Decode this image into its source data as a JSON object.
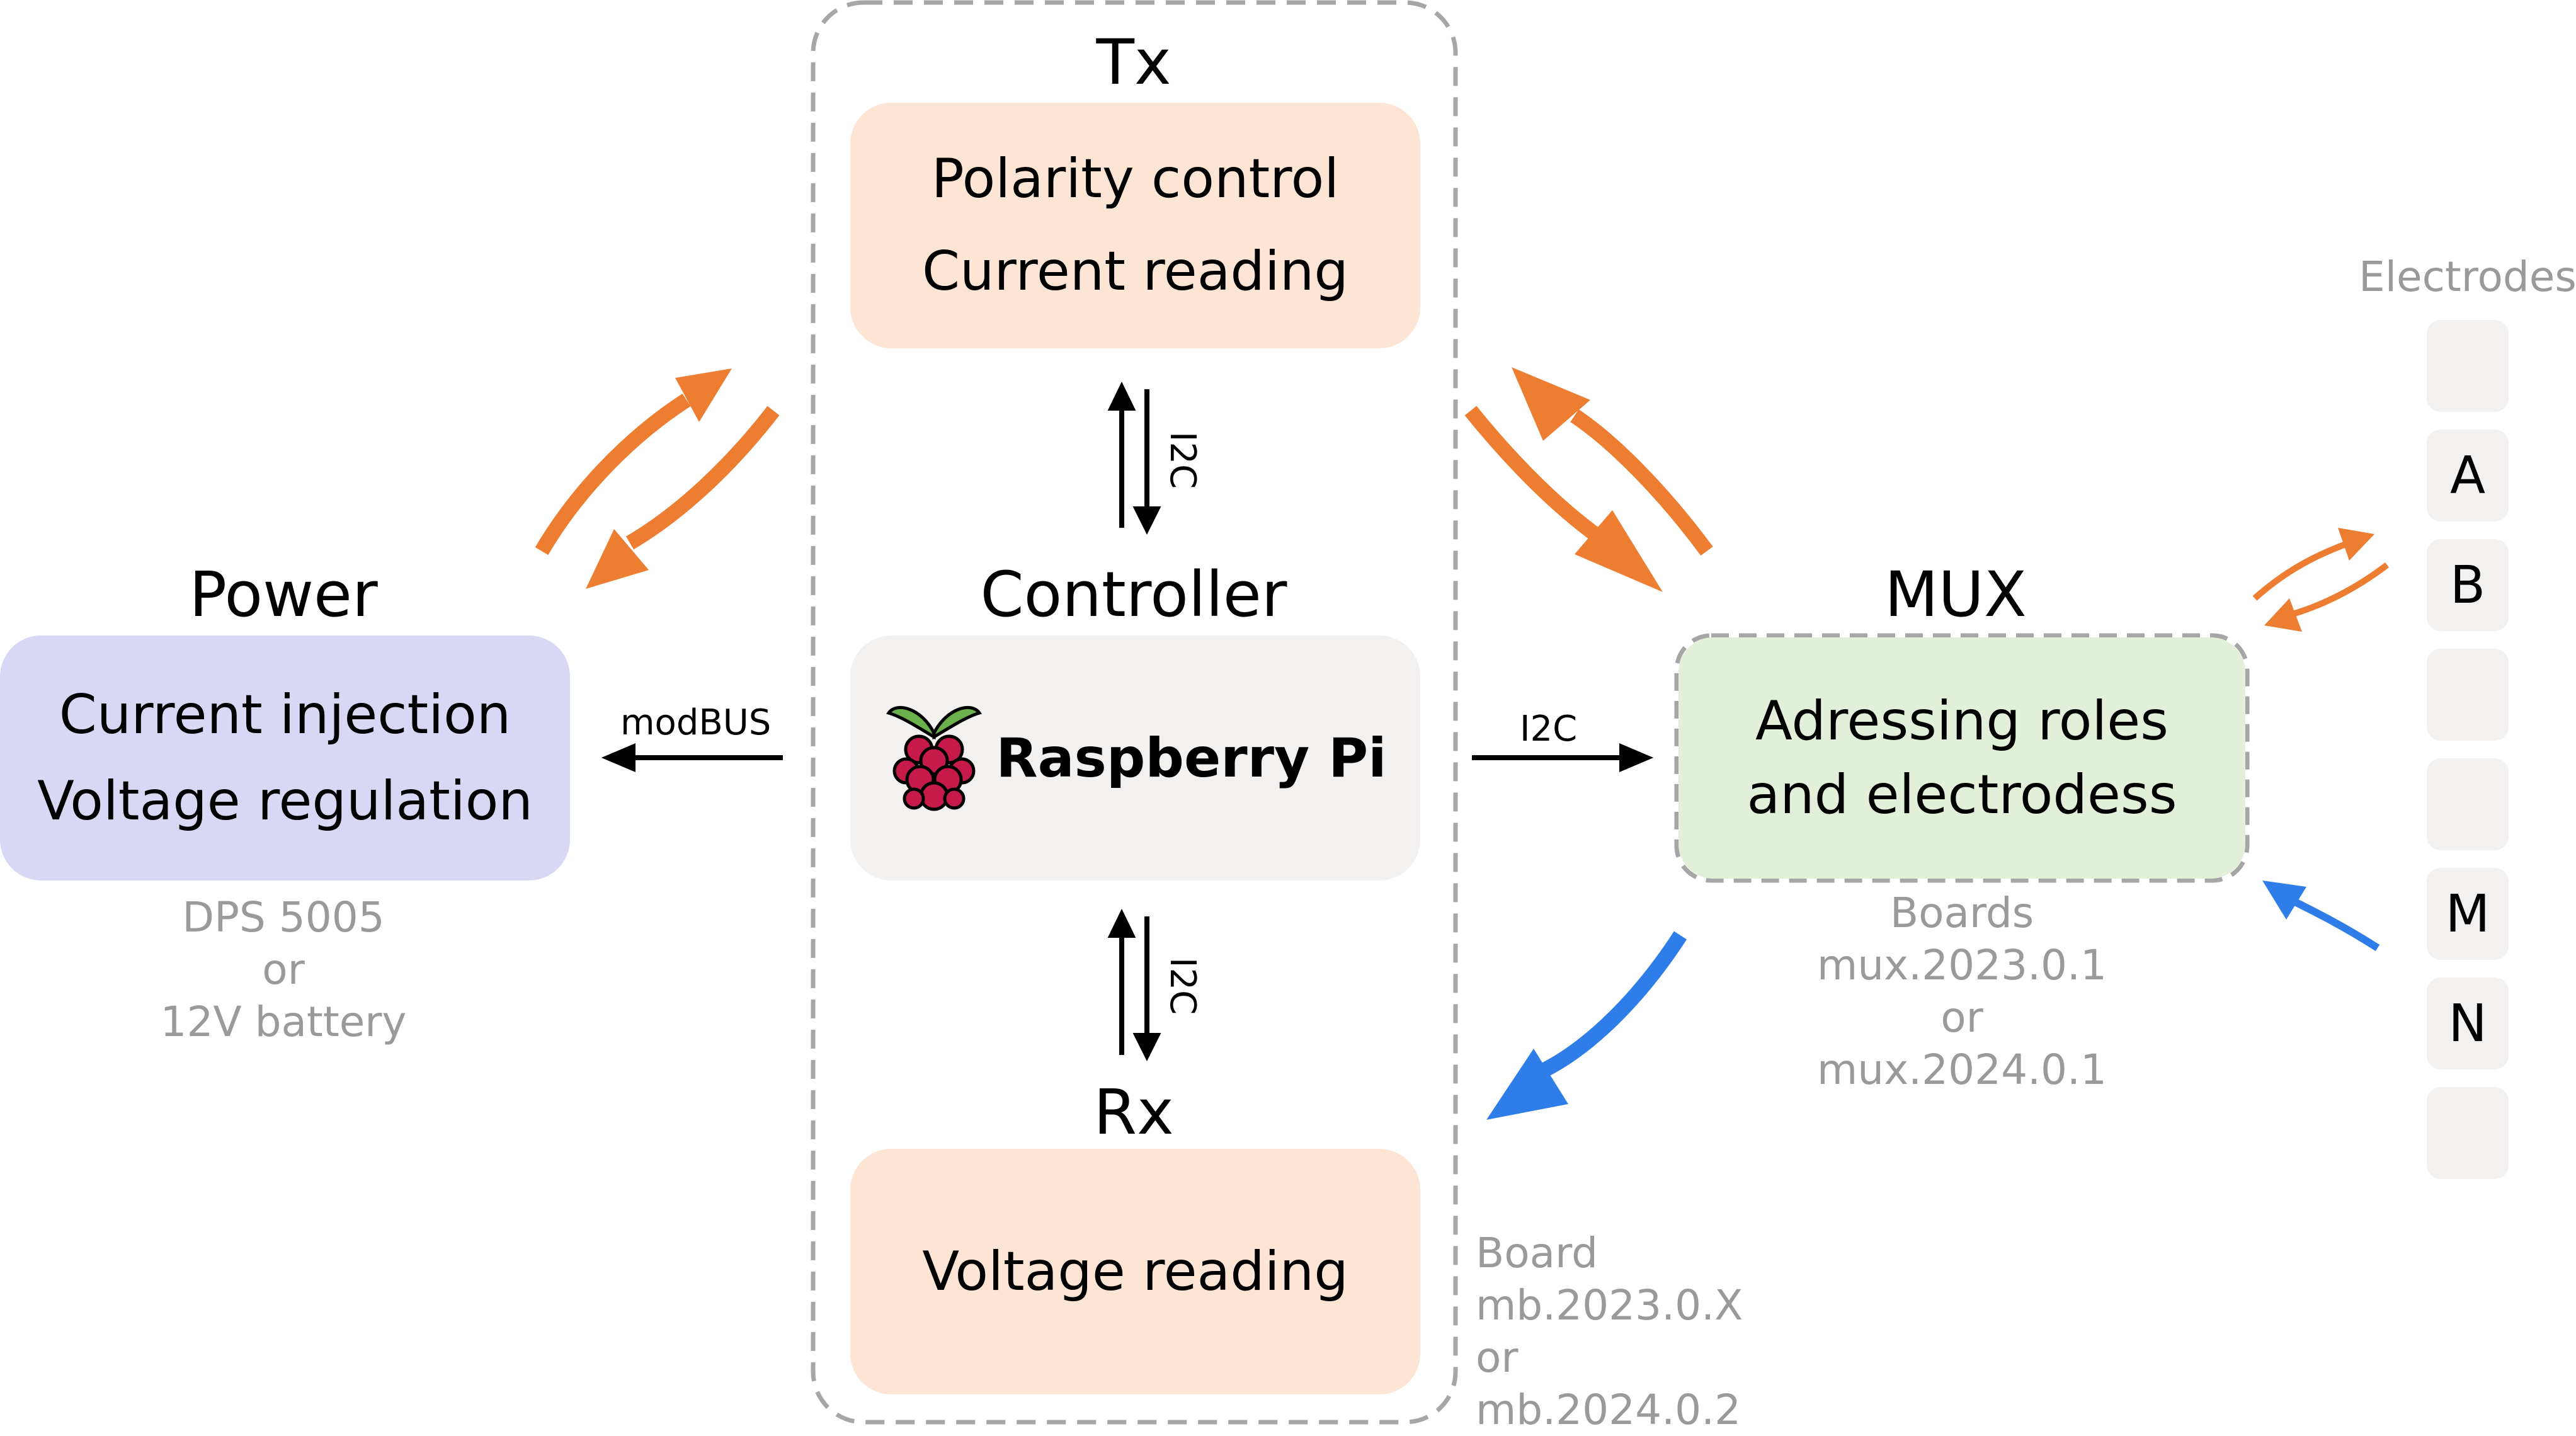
{
  "tx": {
    "title": "Tx",
    "lines": [
      "Polarity control",
      "Current reading"
    ]
  },
  "controller": {
    "title": "Controller",
    "logo_text": "Raspberry Pi"
  },
  "rx": {
    "title": "Rx",
    "lines": [
      "Voltage reading"
    ]
  },
  "power": {
    "title": "Power",
    "lines": [
      "Current injection",
      "Voltage regulation"
    ],
    "note": [
      "DPS 5005",
      "or",
      "12V battery"
    ]
  },
  "mux": {
    "title": "MUX",
    "lines": [
      "Adressing roles",
      "and electrodess"
    ],
    "note": [
      "Boards",
      "mux.2023.0.1",
      "or",
      "mux.2024.0.1"
    ]
  },
  "board_note": [
    "Board",
    "mb.2023.0.X",
    "or",
    "mb.2024.0.2"
  ],
  "links": {
    "tx_controller": "I2C",
    "controller_rx": "I2C",
    "controller_power": "modBUS",
    "controller_mux": "I2C"
  },
  "electrodes": {
    "title": "Electrodes",
    "labels": [
      "",
      "A",
      "B",
      "",
      "",
      "M",
      "N",
      ""
    ]
  },
  "colors": {
    "tx_rx_fill": "#fde5d6",
    "controller_fill": "#f3f1f0",
    "power_fill": "#d9d8f4",
    "mux_fill": "#e2f0d9",
    "orange_arrow": "#ed7d31",
    "blue_arrow": "#2f7de8",
    "dashed_border": "#a6a6a6"
  },
  "icons": {
    "logo": "raspberry-pi-logo-icon"
  }
}
